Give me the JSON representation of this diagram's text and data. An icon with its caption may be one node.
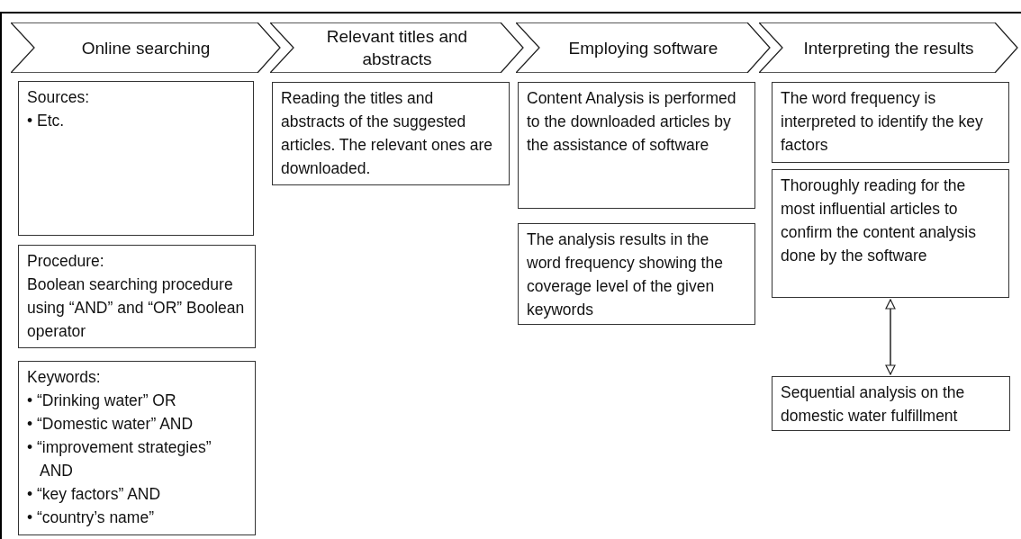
{
  "diagram": {
    "nodes": [
      {
        "text": [
          "Online searching"
        ]
      },
      {
        "text": [
          "Relevant titles and abstracts"
        ]
      },
      {
        "text": [
          "Employing software"
        ]
      },
      {
        "text": [
          "Interpreting the results"
        ]
      },
      {
        "text": [
          "Sources:",
          "• Etc."
        ]
      },
      {
        "text": [
          "Procedure:",
          "Boolean searching procedure using “AND” and “OR” Boolean operator"
        ]
      },
      {
        "text": [
          "Keywords:",
          "• “Drinking water” OR",
          "• “Domestic water” AND",
          "• “improvement strategies” AND",
          "• “key factors” AND",
          "• “country’s name”"
        ]
      },
      {
        "text": [
          "Reading the titles and abstracts of the suggested articles. The relevant ones are downloaded."
        ]
      },
      {
        "text": [
          "Content Analysis is performed to the downloaded articles by the assistance of software"
        ]
      },
      {
        "text": [
          "The analysis results in the word frequency showing the coverage level of the given keywords"
        ]
      },
      {
        "text": [
          "The word frequency is interpreted to identify the key factors"
        ]
      },
      {
        "text": [
          "Thoroughly reading for the most influential articles to confirm the content analysis done by the software"
        ]
      },
      {
        "text": [
          "Sequential analysis on the domestic water fulfillment"
        ]
      }
    ],
    "edges": [
      {
        "from": 11,
        "to": 12,
        "arrow": "both"
      }
    ]
  }
}
